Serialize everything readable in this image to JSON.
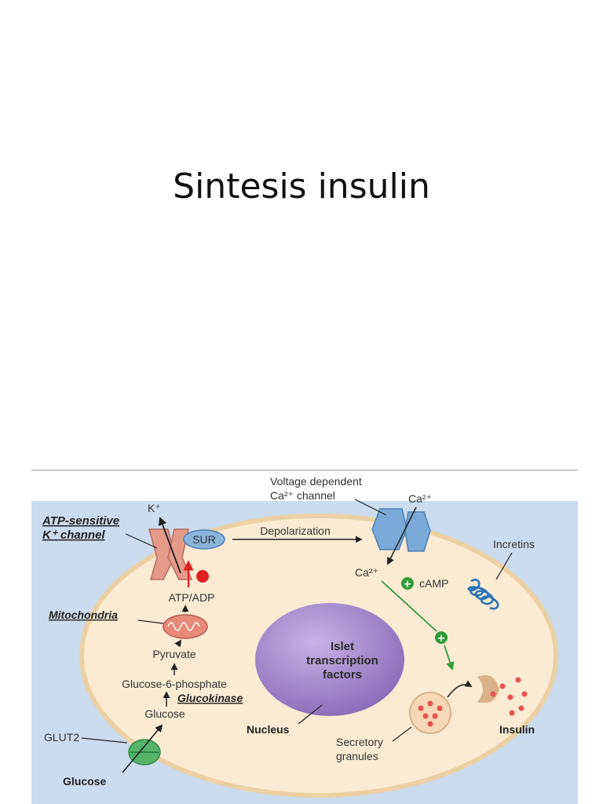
{
  "slide": {
    "title": "Sintesis insulin"
  },
  "diagram": {
    "labels": {
      "voltage_line1": "Voltage dependent",
      "voltage_line2": "Ca²⁺ channel",
      "ca_outside": "Ca²⁺",
      "k_plus": "K⁺",
      "atp_channel_line1": "ATP-sensitive",
      "atp_channel_line2": "K⁺ channel",
      "sur": "SUR",
      "depolarization": "Depolarization",
      "incretins": "Incretins",
      "ca_inside": "Ca²⁺",
      "camp": "cAMP",
      "atp_adp": "ATP/ADP",
      "mitochondria": "Mitochondria",
      "pyruvate": "Pyruvate",
      "islet_line1": "Islet",
      "islet_line2": "transcription",
      "islet_line3": "factors",
      "glucose_6_phosphate": "Glucose-6-phosphate",
      "glucokinase": "Glucokinase",
      "glucose_inside": "Glucose",
      "nucleus": "Nucleus",
      "insulin": "Insulin",
      "glut2": "GLUT2",
      "secretory_line1": "Secretory",
      "secretory_line2": "granules",
      "glucose_outside": "Glucose"
    },
    "colors": {
      "background": "#cbdcee",
      "cell_fill": "#faebd2",
      "cell_border": "#ecd1a4",
      "nucleus": "#9c7ec4",
      "channel_blue": "#7aaad8",
      "k_channel": "#e59a8a",
      "sur": "#8ab4dc",
      "glut2": "#55b36a",
      "green_path": "#2f9a3a",
      "red": "#e02020",
      "granule_dots": "#e8534f"
    }
  }
}
